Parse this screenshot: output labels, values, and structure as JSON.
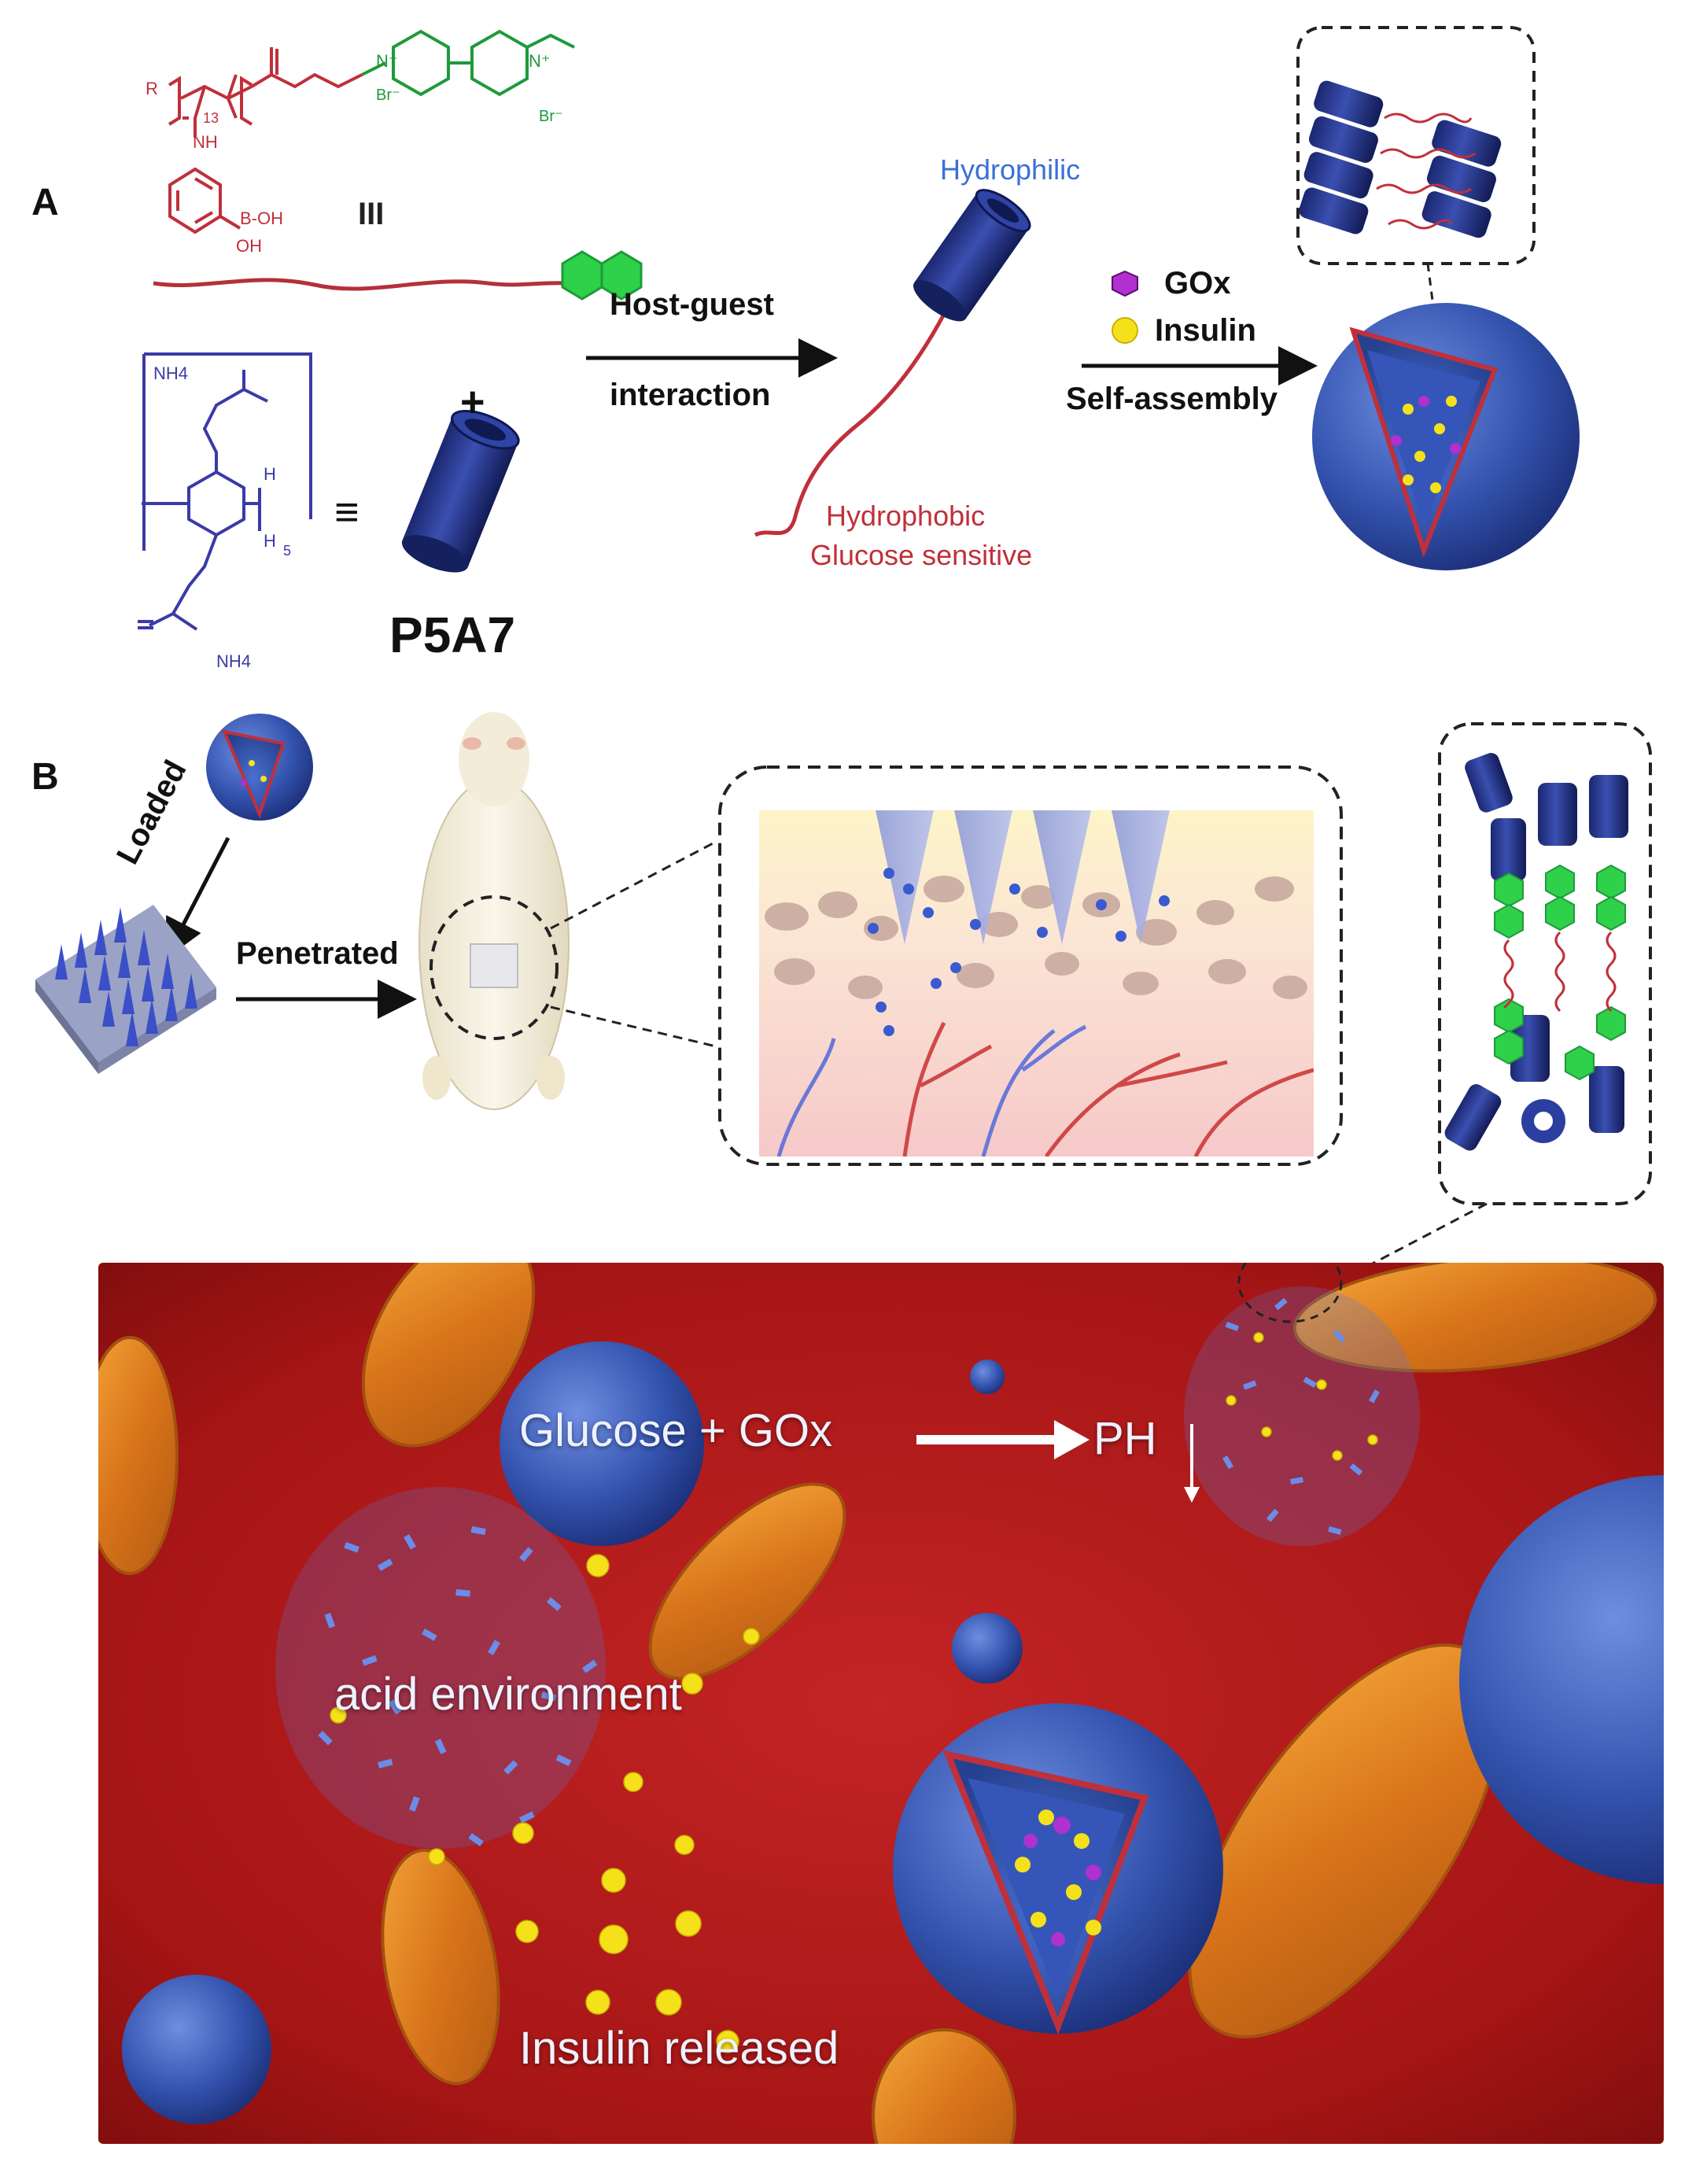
{
  "panels": {
    "a": {
      "letter": "A",
      "equivalence_symbol": "III",
      "equivalence_symbol_2": "≡",
      "plus_symbol": "+",
      "host_name": "P5A7",
      "chem": {
        "r_group": "R",
        "repeat_count": "13",
        "amide_nh": "NH",
        "boronic_oh1": "B-OH",
        "boronic_oh2": "OH",
        "viologen_n1": "N⁺",
        "viologen_n2": "N⁺",
        "br1": "Br⁻",
        "br2": "Br⁻",
        "ammonium_top": "NH4",
        "ammonium_bottom": "NH4",
        "pillar_h1": "H",
        "pillar_h2": "H",
        "pillar_n": "5"
      },
      "arrow1": {
        "top": "Host-guest",
        "bottom": "interaction"
      },
      "amphiphile": {
        "hydrophilic": "Hydrophilic",
        "hydrophobic": "Hydrophobic",
        "glucose": "Glucose sensitive"
      },
      "legend": {
        "gox": "GOx",
        "insulin": "Insulin"
      },
      "arrow2": {
        "bottom": "Self-assembly"
      }
    },
    "b": {
      "letter": "B",
      "loaded": "Loaded",
      "penetrated": "Penetrated",
      "scene": {
        "reaction": "Glucose + GOx",
        "ph": "PH",
        "acid": "acid environment",
        "released": "Insulin released"
      }
    }
  },
  "colors": {
    "host_blue": "#1f2f7a",
    "guest_red": "#c0303a",
    "viologen_green": "#2fd04a",
    "hydrophilic_text": "#3b6fd8",
    "hydrophobic_text": "#c0303a",
    "gox_purple": "#a020c0",
    "insulin_yellow": "#f5e11a",
    "blood_red": "#b01a1a",
    "rbc_orange": "#e58a1f"
  }
}
